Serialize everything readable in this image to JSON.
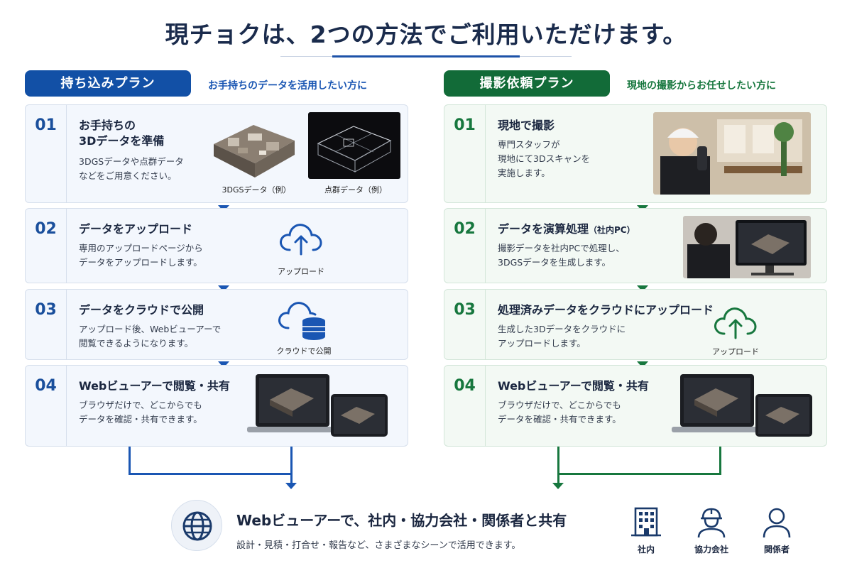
{
  "title": "現チョクは、2つの方法でご利用いただけます。",
  "left": {
    "plan": "持ち込みプラン",
    "subtitle": "お手持ちのデータを活用したい方に",
    "steps": [
      {
        "num": "01",
        "title_line1": "お手持ちの",
        "title_line2": "3Dデータを準備",
        "desc_line1": "3DGSデータや点群データ",
        "desc_line2": "などをご用意ください。",
        "cap1": "3DGSデータ（例）",
        "cap2": "点群データ（例）"
      },
      {
        "num": "02",
        "title": "データをアップロード",
        "desc_line1": "専用のアップロードページから",
        "desc_line2": "データをアップロードします。",
        "icon_label": "アップロード"
      },
      {
        "num": "03",
        "title": "データをクラウドで公開",
        "desc_line1": "アップロード後、Webビューアーで",
        "desc_line2": "閲覧できるようになります。",
        "icon_label": "クラウドで公開"
      },
      {
        "num": "04",
        "title": "Webビューアーで閲覧・共有",
        "desc_line1": "ブラウザだけで、どこからでも",
        "desc_line2": "データを確認・共有できます。"
      }
    ]
  },
  "right": {
    "plan": "撮影依頼プラン",
    "subtitle": "現地の撮影からお任せしたい方に",
    "steps": [
      {
        "num": "01",
        "title": "現地で撮影",
        "desc_line1": "専門スタッフが",
        "desc_line2": "現地にて3Dスキャンを",
        "desc_line3": "実施します。"
      },
      {
        "num": "02",
        "title": "データを演算処理",
        "title_note": "（社内PC）",
        "desc_line1": "撮影データを社内PCで処理し、",
        "desc_line2": "3DGSデータを生成します。"
      },
      {
        "num": "03",
        "title": "処理済みデータをクラウドにアップロード",
        "desc_line1": "生成した3Dデータをクラウドに",
        "desc_line2": "アップロードします。",
        "icon_label": "アップロード"
      },
      {
        "num": "04",
        "title": "Webビューアーで閲覧・共有",
        "desc_line1": "ブラウザだけで、どこからでも",
        "desc_line2": "データを確認・共有できます。"
      }
    ]
  },
  "bottom": {
    "title": "Webビューアーで、社内・協力会社・関係者と共有",
    "desc": "設計・見積・打合せ・報告など、さまざまなシーンで活用できます。",
    "parties": [
      "社内",
      "協力会社",
      "関係者"
    ]
  },
  "colors": {
    "blue": "#1250a6",
    "green": "#126b38"
  },
  "icons": [
    "cloud-upload-icon",
    "cloud-database-icon",
    "globe-icon",
    "building-icon",
    "worker-helmet-icon",
    "person-icon",
    "arrow-down-icon"
  ]
}
